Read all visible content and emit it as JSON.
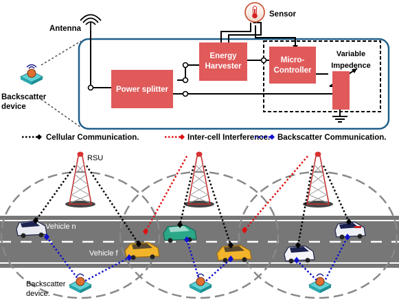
{
  "circuit": {
    "antenna_label": "Antenna",
    "sensor_label": "Sensor",
    "backscatter_device_label": [
      "Backscatter",
      "device"
    ],
    "power_splitter_label": "Power splitter",
    "energy_harvester_label": [
      "Energy",
      "Harvester"
    ],
    "micro_controller_label": [
      "Micro-",
      "Controller"
    ],
    "variable_impedance_label": [
      "Variable",
      "Impedence"
    ]
  },
  "legend": {
    "cellular": "Cellular Communication.",
    "interference": "Inter-cell Interference.",
    "backscatter": "Backscatter Communication."
  },
  "scene": {
    "rsu_label": "RSU",
    "vehicle_n_label": "Vehicle n",
    "vehicle_f_label": "Vehicle f",
    "backscatter_device_label": [
      "Backscatter",
      "device."
    ]
  },
  "colors": {
    "box_red": "#e05a5a",
    "frame_blue": "#1f5f8b",
    "cellular": "#000000",
    "interference": "#e01010",
    "backscatter": "#1010d0",
    "road": "#777777",
    "cell_dash": "#888888"
  }
}
